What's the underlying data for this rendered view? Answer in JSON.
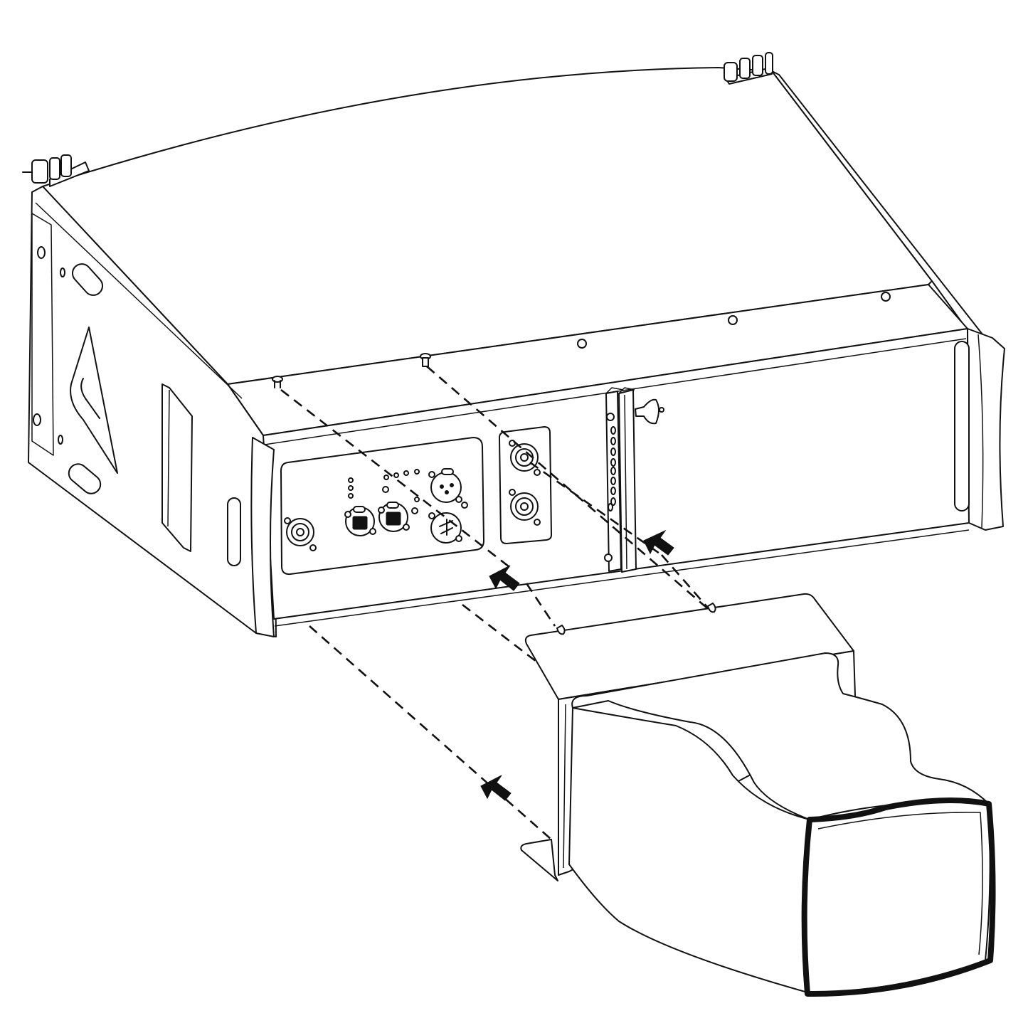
{
  "figure": {
    "type": "exploded assembly line drawing",
    "subject": "line-array loudspeaker with rain cover",
    "background_color": "#ffffff",
    "line_color": "#111111",
    "text_labels": []
  },
  "parts": {
    "cabinet": {
      "name": "loudspeaker cabinet",
      "view": "isometric rear-top"
    },
    "rigging_pins": {
      "name": "rigging pins",
      "count": 3
    },
    "connector_panel": {
      "name": "input/output connector panel",
      "connectors": [
        "speakon",
        "ethercon",
        "ethercon",
        "xlr-female",
        "xlr-male"
      ],
      "leds": 7
    },
    "speakon_panel": {
      "name": "speakon output panel",
      "connectors": [
        "speakon",
        "speakon"
      ]
    },
    "rigging_bar": {
      "name": "rear rigging bar",
      "holes": 9
    },
    "rain_cover": {
      "name": "rain cover with mounting bracket",
      "mount_slots": 2
    },
    "side_handles": {
      "count": 3
    }
  },
  "assembly": {
    "guide_lines": 5,
    "arrows": 3,
    "arrow_direction": "toward cabinet"
  }
}
